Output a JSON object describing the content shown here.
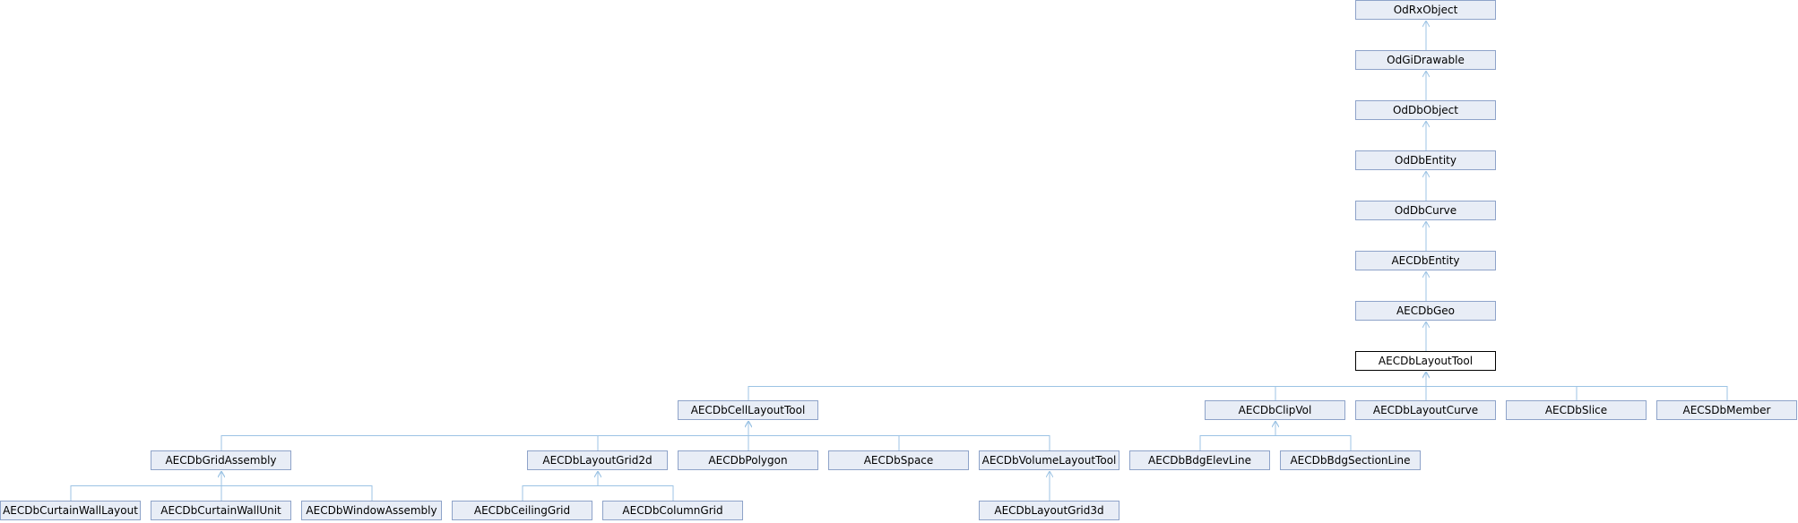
{
  "colors": {
    "node_fill": "#e8edf6",
    "node_border": "#8ea3c9",
    "edge": "#9cc3e4",
    "current_border": "#000000"
  },
  "nodes": [
    {
      "id": "OdRxObject",
      "label": "OdRxObject"
    },
    {
      "id": "OdGiDrawable",
      "label": "OdGiDrawable"
    },
    {
      "id": "OdDbObject",
      "label": "OdDbObject"
    },
    {
      "id": "OdDbEntity",
      "label": "OdDbEntity"
    },
    {
      "id": "OdDbCurve",
      "label": "OdDbCurve"
    },
    {
      "id": "AECDbEntity",
      "label": "AECDbEntity"
    },
    {
      "id": "AECDbGeo",
      "label": "AECDbGeo"
    },
    {
      "id": "AECDbLayoutTool",
      "label": "AECDbLayoutTool",
      "current": true
    },
    {
      "id": "AECDbCellLayoutTool",
      "label": "AECDbCellLayoutTool"
    },
    {
      "id": "AECDbClipVol",
      "label": "AECDbClipVol"
    },
    {
      "id": "AECDbLayoutCurve",
      "label": "AECDbLayoutCurve"
    },
    {
      "id": "AECDbSlice",
      "label": "AECDbSlice"
    },
    {
      "id": "AECSDbMember",
      "label": "AECSDbMember"
    },
    {
      "id": "AECDbGridAssembly",
      "label": "AECDbGridAssembly"
    },
    {
      "id": "AECDbLayoutGrid2d",
      "label": "AECDbLayoutGrid2d"
    },
    {
      "id": "AECDbPolygon",
      "label": "AECDbPolygon"
    },
    {
      "id": "AECDbSpace",
      "label": "AECDbSpace"
    },
    {
      "id": "AECDbVolumeLayoutTool",
      "label": "AECDbVolumeLayoutTool"
    },
    {
      "id": "AECDbBdgElevLine",
      "label": "AECDbBdgElevLine"
    },
    {
      "id": "AECDbBdgSectionLine",
      "label": "AECDbBdgSectionLine"
    },
    {
      "id": "AECDbCurtainWallLayout",
      "label": "AECDbCurtainWallLayout"
    },
    {
      "id": "AECDbCurtainWallUnit",
      "label": "AECDbCurtainWallUnit"
    },
    {
      "id": "AECDbWindowAssembly",
      "label": "AECDbWindowAssembly"
    },
    {
      "id": "AECDbCeilingGrid",
      "label": "AECDbCeilingGrid"
    },
    {
      "id": "AECDbColumnGrid",
      "label": "AECDbColumnGrid"
    },
    {
      "id": "AECDbLayoutGrid3d",
      "label": "AECDbLayoutGrid3d"
    }
  ],
  "edges": [
    {
      "from": "OdGiDrawable",
      "to": "OdRxObject"
    },
    {
      "from": "OdDbObject",
      "to": "OdGiDrawable"
    },
    {
      "from": "OdDbEntity",
      "to": "OdDbObject"
    },
    {
      "from": "OdDbCurve",
      "to": "OdDbEntity"
    },
    {
      "from": "AECDbEntity",
      "to": "OdDbCurve"
    },
    {
      "from": "AECDbGeo",
      "to": "AECDbEntity"
    },
    {
      "from": "AECDbLayoutTool",
      "to": "AECDbGeo"
    },
    {
      "from": "AECDbCellLayoutTool",
      "to": "AECDbLayoutTool"
    },
    {
      "from": "AECDbClipVol",
      "to": "AECDbLayoutTool"
    },
    {
      "from": "AECDbLayoutCurve",
      "to": "AECDbLayoutTool"
    },
    {
      "from": "AECDbSlice",
      "to": "AECDbLayoutTool"
    },
    {
      "from": "AECSDbMember",
      "to": "AECDbLayoutTool"
    },
    {
      "from": "AECDbGridAssembly",
      "to": "AECDbCellLayoutTool"
    },
    {
      "from": "AECDbLayoutGrid2d",
      "to": "AECDbCellLayoutTool"
    },
    {
      "from": "AECDbPolygon",
      "to": "AECDbCellLayoutTool"
    },
    {
      "from": "AECDbSpace",
      "to": "AECDbCellLayoutTool"
    },
    {
      "from": "AECDbVolumeLayoutTool",
      "to": "AECDbCellLayoutTool"
    },
    {
      "from": "AECDbBdgElevLine",
      "to": "AECDbClipVol"
    },
    {
      "from": "AECDbBdgSectionLine",
      "to": "AECDbClipVol"
    },
    {
      "from": "AECDbCurtainWallLayout",
      "to": "AECDbGridAssembly"
    },
    {
      "from": "AECDbCurtainWallUnit",
      "to": "AECDbGridAssembly"
    },
    {
      "from": "AECDbWindowAssembly",
      "to": "AECDbGridAssembly"
    },
    {
      "from": "AECDbCeilingGrid",
      "to": "AECDbLayoutGrid2d"
    },
    {
      "from": "AECDbColumnGrid",
      "to": "AECDbLayoutGrid2d"
    },
    {
      "from": "AECDbLayoutGrid3d",
      "to": "AECDbVolumeLayoutTool"
    }
  ]
}
